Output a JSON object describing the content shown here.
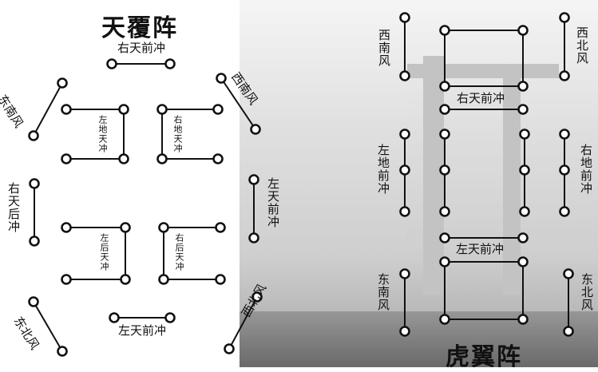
{
  "tianfu": {
    "title": "天覆阵",
    "top": "右天前冲",
    "bottom": "左天前冲",
    "nw": "东南风",
    "ne": "西南风",
    "sw": "东北风",
    "se": "西北风",
    "left": "右天后冲",
    "right": "左天前冲",
    "inner_tl": "左地天冲",
    "inner_tr": "右地天冲",
    "inner_bl": "左后天冲",
    "inner_br": "右后天冲"
  },
  "huyi": {
    "title": "虎翼阵",
    "nw": "西南风",
    "ne": "西北风",
    "sw": "东南风",
    "se": "东北风",
    "left": "左地前冲",
    "right": "右地前冲",
    "center_top": "右天前冲",
    "center_bottom": "左天前冲"
  }
}
